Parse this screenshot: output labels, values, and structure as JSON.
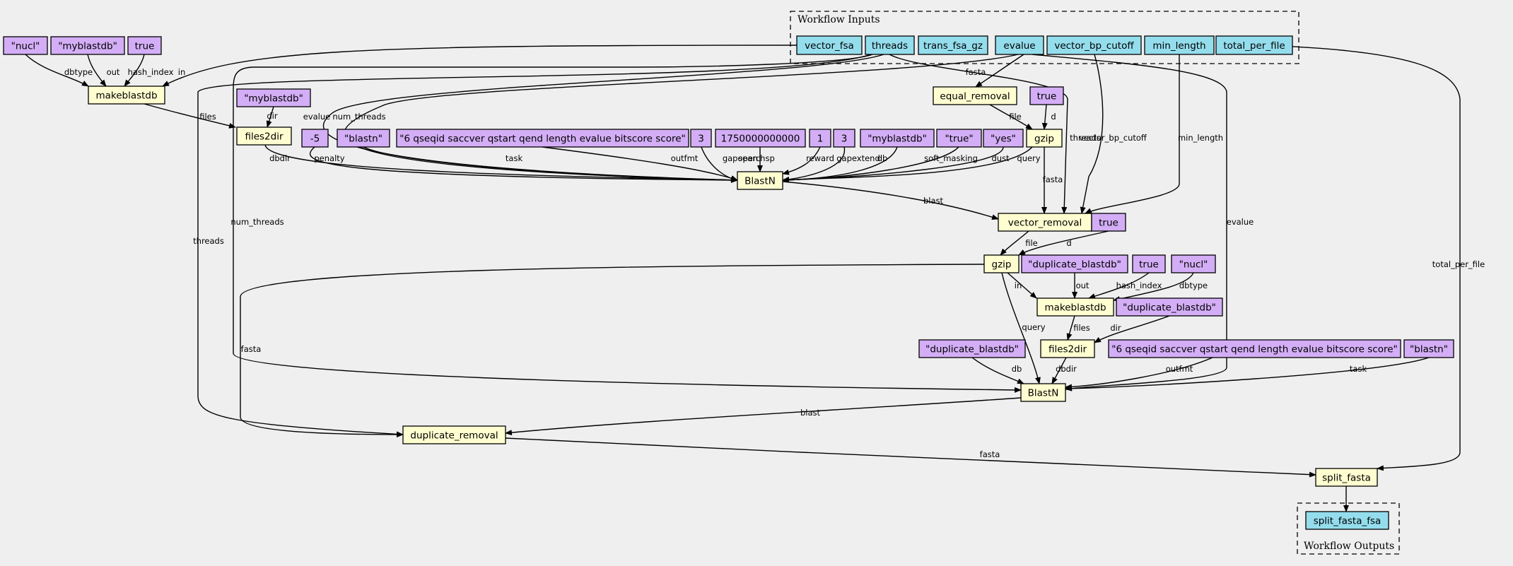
{
  "colors": {
    "input": "#94dded",
    "constant": "#d3aef6",
    "step": "#fffed0",
    "background": "#efefef"
  },
  "clusters": {
    "inputs": "Workflow Inputs",
    "outputs": "Workflow Outputs"
  },
  "nodes": {
    "in_vector_fsa": "vector_fsa",
    "in_threads": "threads",
    "in_trans_fsa_gz": "trans_fsa_gz",
    "in_evalue": "evalue",
    "in_vector_bp_cutoff": "vector_bp_cutoff",
    "in_min_length": "min_length",
    "in_total_per_file": "total_per_file",
    "c_nucl1": "\"nucl\"",
    "c_myblastdb1": "\"myblastdb\"",
    "c_true1": "true",
    "makeblastdb1": "makeblastdb",
    "c_myblastdb_dir": "\"myblastdb\"",
    "files2dir1": "files2dir",
    "equal_removal": "equal_removal",
    "c_true_d1": "true",
    "gzip1": "gzip",
    "c_neg5": "-5",
    "c_blastn1": "\"blastn\"",
    "c_outfmt1": "\"6 qseqid saccver qstart qend length evalue bitscore score\"",
    "c_3a": "3",
    "c_searchsp": "1750000000000",
    "c_1": "1",
    "c_3b": "3",
    "c_myblastdb_db": "\"myblastdb\"",
    "c_true_str": "\"true\"",
    "c_yes": "\"yes\"",
    "blastn1": "BlastN",
    "vector_removal": "vector_removal",
    "c_true_d2": "true",
    "gzip2": "gzip",
    "c_dup_out": "\"duplicate_blastdb\"",
    "c_true_hash2": "true",
    "c_nucl2": "\"nucl\"",
    "makeblastdb2": "makeblastdb",
    "c_dup_dir": "\"duplicate_blastdb\"",
    "files2dir2": "files2dir",
    "c_dup_db": "\"duplicate_blastdb\"",
    "c_outfmt2": "\"6 qseqid saccver qstart qend length evalue bitscore score\"",
    "c_blastn2": "\"blastn\"",
    "blastn2": "BlastN",
    "duplicate_removal": "duplicate_removal",
    "split_fasta": "split_fasta",
    "out_split_fasta_fsa": "split_fasta_fsa"
  },
  "edge_labels": {
    "dbtype": "dbtype",
    "out": "out",
    "hash_index": "hash_index",
    "in": "in",
    "files": "files",
    "dir": "dir",
    "dbdir": "dbdir",
    "fasta": "fasta",
    "file": "file",
    "d": "d",
    "evalue": "evalue",
    "num_threads": "num_threads",
    "threads": "threads",
    "vector_bp_cutoff": "vector_bp_cutoff",
    "min_length": "min_length",
    "penalty": "penalty",
    "task": "task",
    "outfmt": "outfmt",
    "gapopen": "gapopen",
    "searchsp": "searchsp",
    "reward": "reward",
    "gapextend": "gapextend",
    "db": "db",
    "soft_masking": "soft_masking",
    "dust": "dust",
    "query": "query",
    "blast": "blast",
    "total_per_file": "total_per_file"
  }
}
